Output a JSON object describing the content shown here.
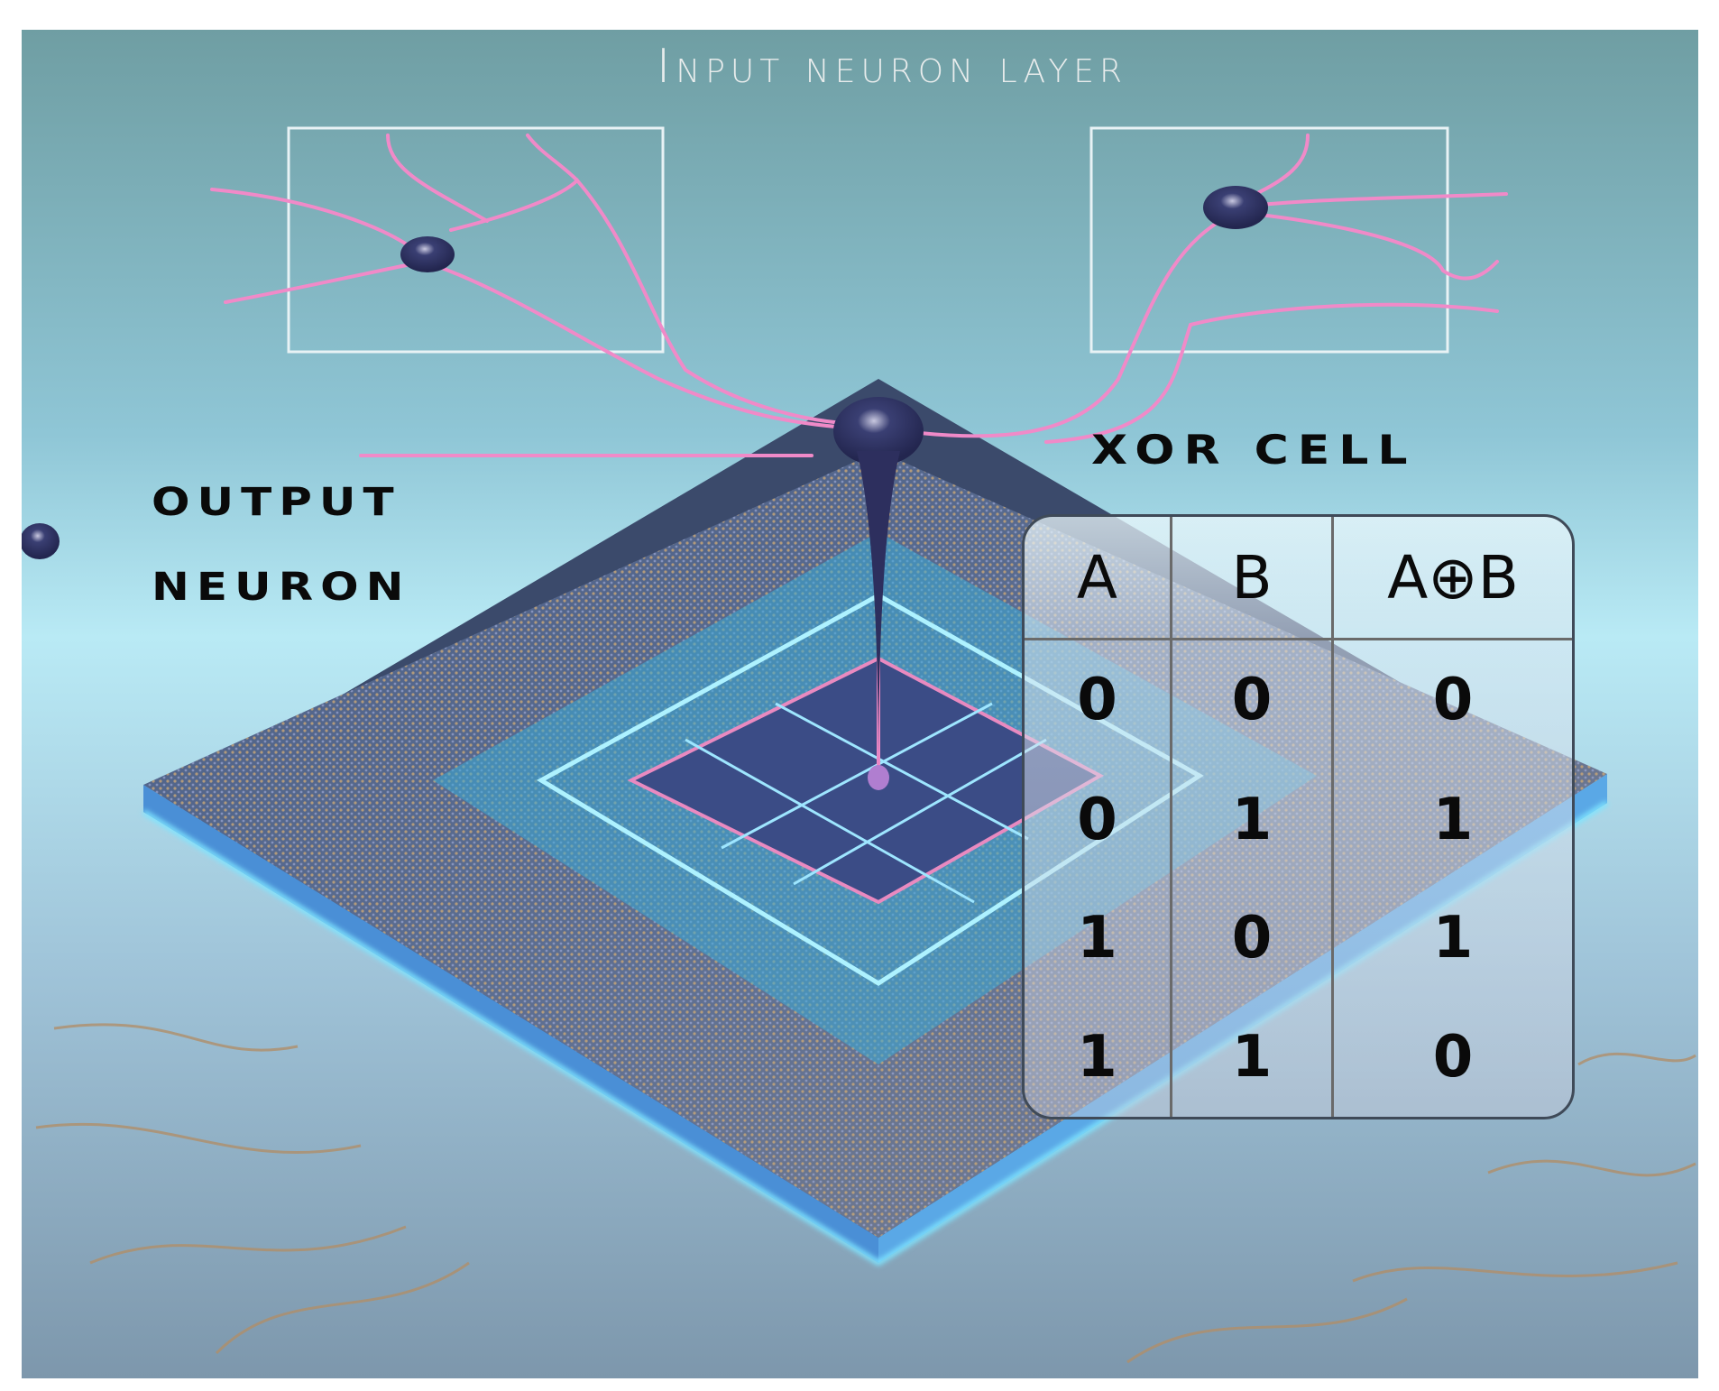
{
  "title": "Input neuron layer",
  "output_label": {
    "line1": "OUTPUT",
    "line2": "NEURON"
  },
  "xor": {
    "title": "XOR CELL",
    "headers": [
      "A",
      "B",
      "A⊕B"
    ],
    "rows": [
      [
        "0",
        "0",
        "0"
      ],
      [
        "0",
        "1",
        "1"
      ],
      [
        "1",
        "0",
        "1"
      ],
      [
        "1",
        "1",
        "0"
      ]
    ]
  }
}
